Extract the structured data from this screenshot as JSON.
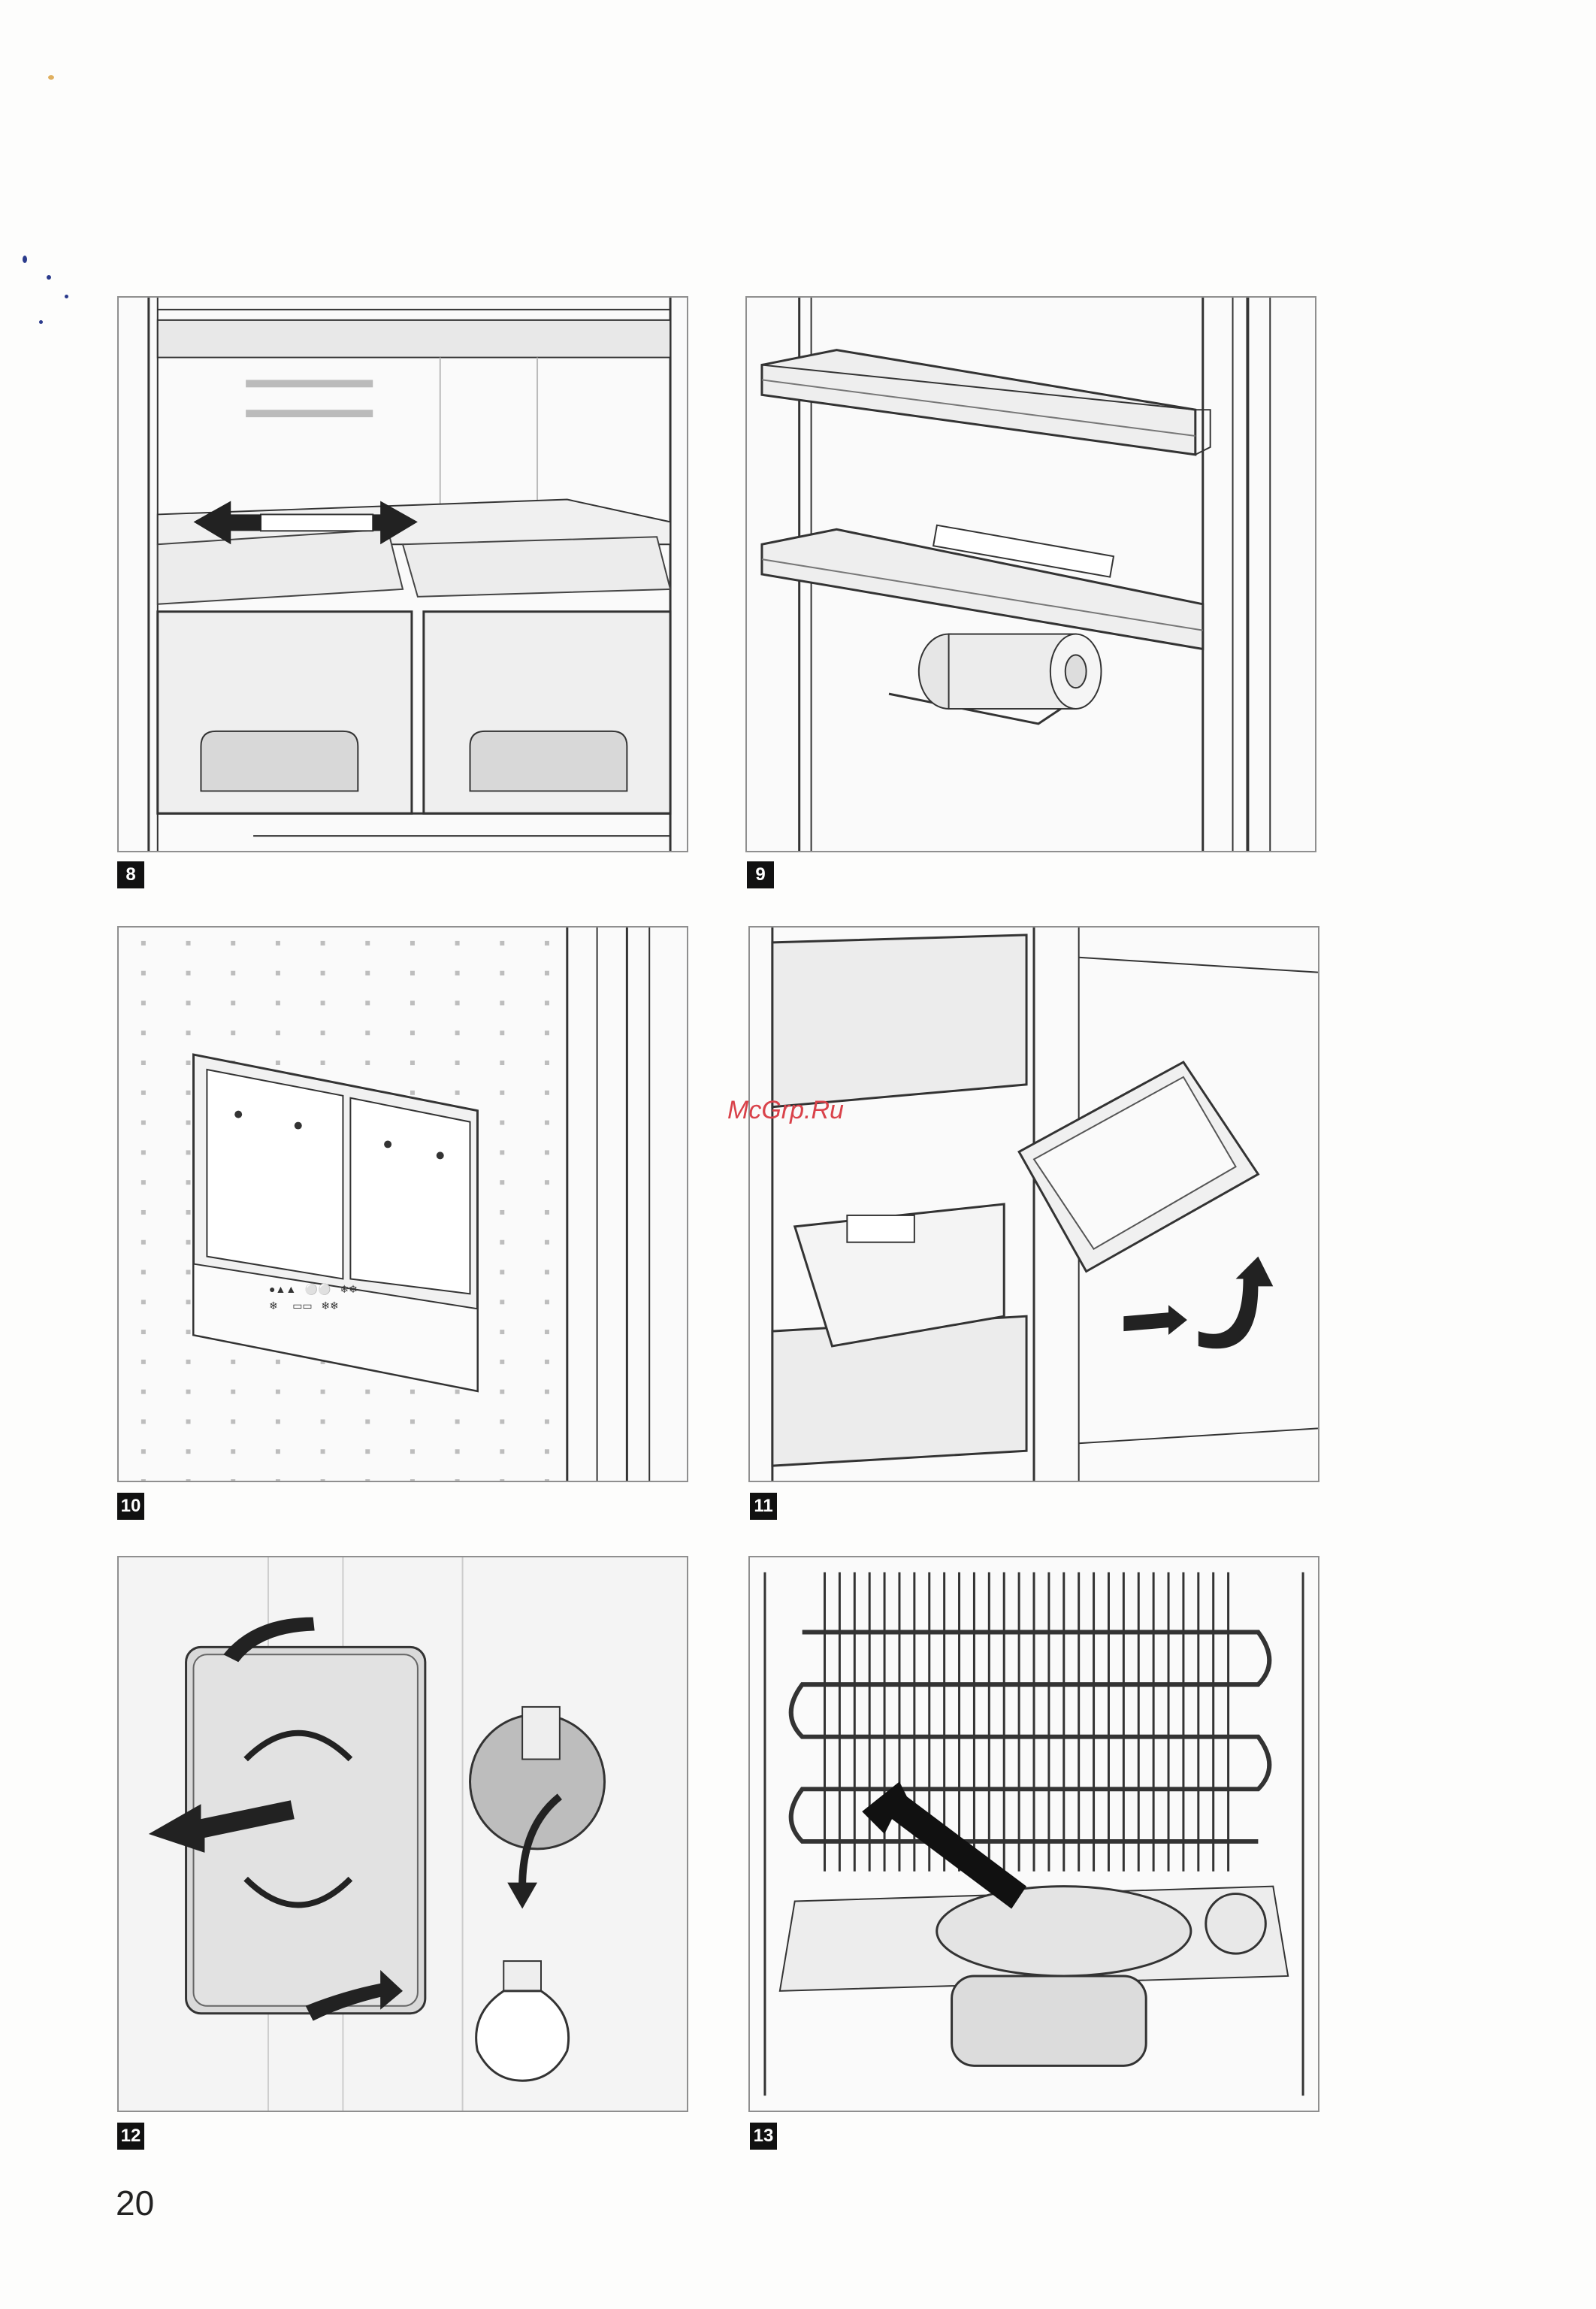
{
  "figures": [
    {
      "number": "8"
    },
    {
      "number": "9"
    },
    {
      "number": "10"
    },
    {
      "number": "11"
    },
    {
      "number": "12"
    },
    {
      "number": "13"
    }
  ],
  "controls_panel_labels": [
    "●▲▲",
    "⚪⚪",
    "❄❄",
    "❄",
    "▭▭",
    "❄❄"
  ],
  "watermark": "McGrp.Ru",
  "page_number": "20"
}
